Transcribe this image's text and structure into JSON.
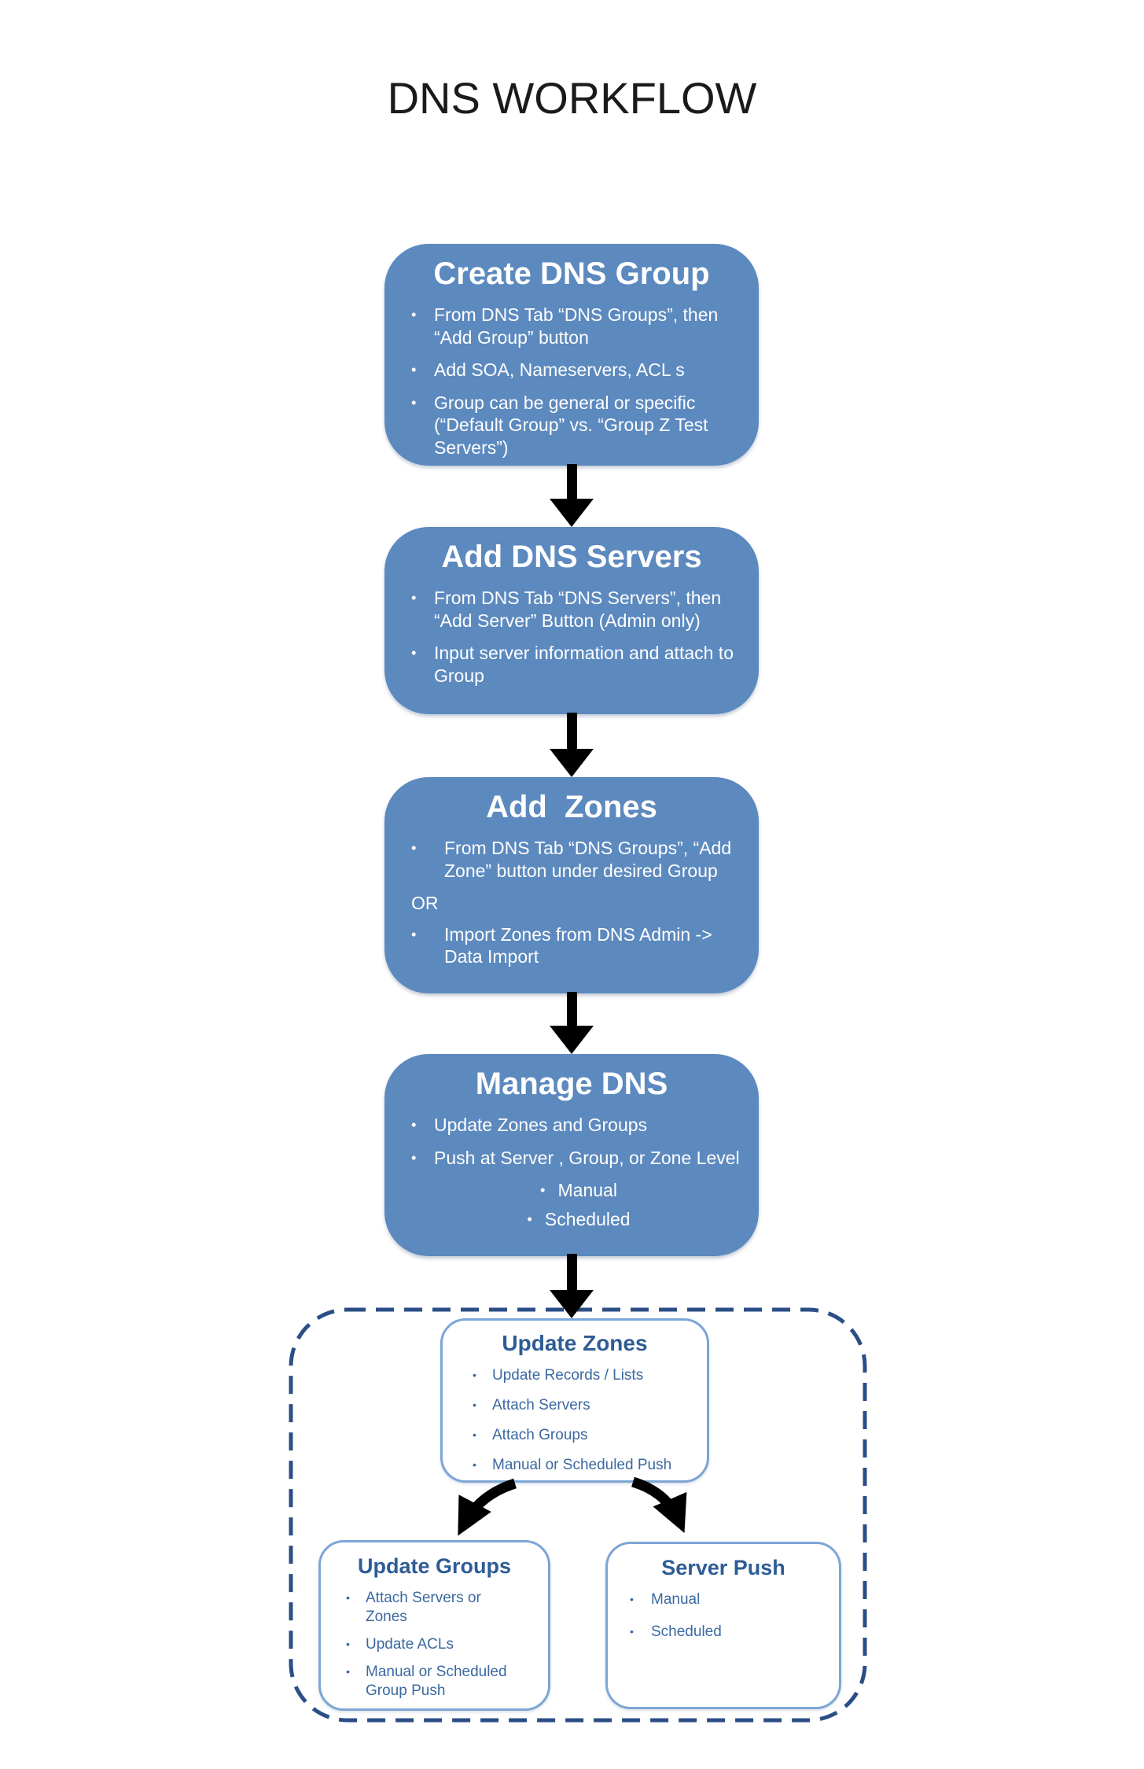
{
  "page": {
    "title": "DNS WORKFLOW"
  },
  "colors": {
    "box_fill": "#5C89BE",
    "box_text": "#FFFFFF",
    "detail_border": "#7CA6D5",
    "detail_heading": "#2E5C95",
    "detail_text": "#3B68A1",
    "dashed_border": "#2B4E86",
    "arrow": "#000000",
    "title_color": "#1A1A1A"
  },
  "flow_boxes": [
    {
      "heading": "Create DNS Group",
      "items": [
        {
          "style": "bullet",
          "text": "From DNS Tab “DNS Groups”, then “Add Group” button"
        },
        {
          "style": "bullet",
          "text": "Add SOA, Nameservers, ACL s"
        },
        {
          "style": "bullet",
          "text": "Group can be general or specific (“Default Group” vs. “Group Z Test Servers”)"
        }
      ]
    },
    {
      "heading": "Add DNS Servers",
      "items": [
        {
          "style": "bullet",
          "text": "From DNS Tab “DNS Servers”, then “Add Server” Button (Admin only)"
        },
        {
          "style": "bullet",
          "text": "Input server information and attach to Group"
        }
      ]
    },
    {
      "heading": "Add  Zones",
      "items": [
        {
          "style": "bullet",
          "text": "From DNS Tab “DNS Groups”, “Add Zone” button under desired Group"
        },
        {
          "style": "plain",
          "text": "OR"
        },
        {
          "style": "bullet",
          "text": "Import Zones from DNS Admin -> Data Import"
        }
      ]
    },
    {
      "heading": "Manage DNS",
      "items": [
        {
          "style": "bullet",
          "text": "Update Zones and Groups"
        },
        {
          "style": "bullet",
          "text": "Push at Server , Group, or Zone Level"
        },
        {
          "style": "center-bullet",
          "text": "Manual"
        },
        {
          "style": "center-bullet",
          "text": "Scheduled"
        }
      ]
    }
  ],
  "detail_boxes": [
    {
      "heading": "Update Zones",
      "items": [
        {
          "style": "bullet",
          "text": "Update Records / Lists"
        },
        {
          "style": "bullet",
          "text": "Attach Servers"
        },
        {
          "style": "bullet",
          "text": "Attach Groups"
        },
        {
          "style": "bullet",
          "text": "Manual or Scheduled Push"
        }
      ]
    },
    {
      "heading": "Update Groups",
      "items": [
        {
          "style": "bullet",
          "text": "Attach Servers or Zones"
        },
        {
          "style": "bullet",
          "text": "Update ACLs"
        },
        {
          "style": "bullet",
          "text": "Manual or Scheduled Group Push"
        }
      ]
    },
    {
      "heading": "Server Push",
      "items": [
        {
          "style": "bullet",
          "text": "Manual"
        },
        {
          "style": "bullet",
          "text": "Scheduled"
        }
      ]
    }
  ]
}
